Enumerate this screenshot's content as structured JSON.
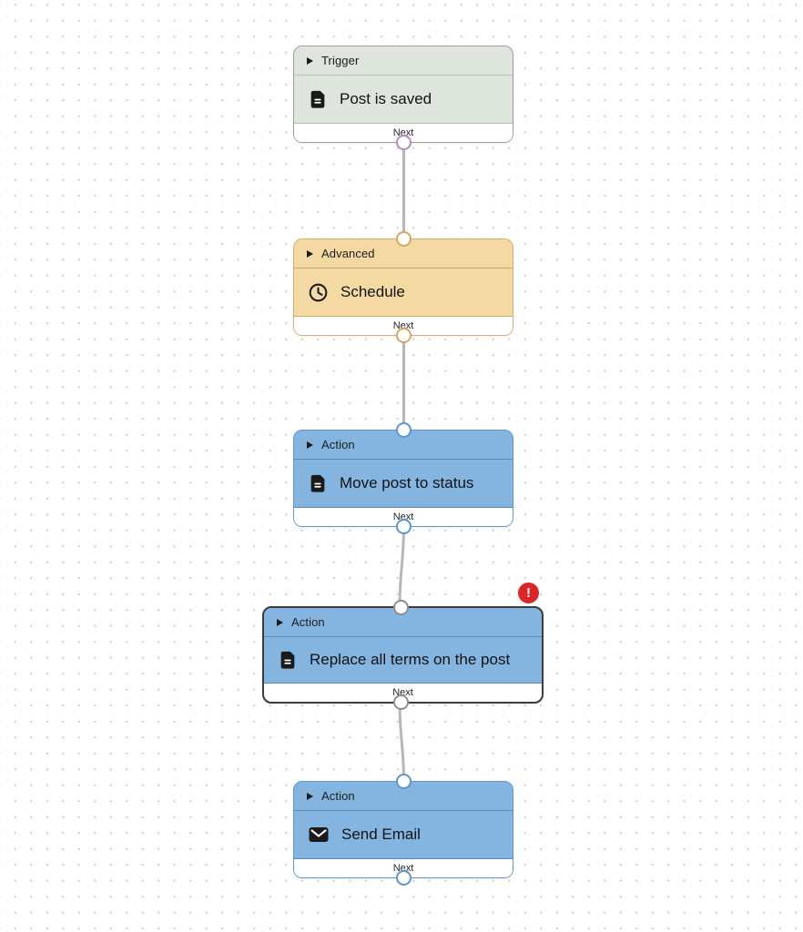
{
  "canvas": {
    "background": "#ffffff",
    "dot_color": "#d4d4d4",
    "edge_color": "#b7b7b7"
  },
  "nodes": [
    {
      "header_label": "Trigger",
      "title": "Post is saved",
      "icon": "document-icon",
      "footer_label": "Next",
      "selected": false,
      "has_error": false,
      "colors": {
        "fill": "#dde5dc",
        "border": "#9aa29a",
        "separator": "#b8c2b7",
        "port": "#b48cc0"
      }
    },
    {
      "header_label": "Advanced",
      "title": "Schedule",
      "icon": "clock-icon",
      "footer_label": "Next",
      "selected": false,
      "has_error": false,
      "colors": {
        "fill": "#f4d9a3",
        "border": "#d3b175",
        "separator": "#cfa96a",
        "port": "#d0a967"
      }
    },
    {
      "header_label": "Action",
      "title": "Move post to status",
      "icon": "document-icon",
      "footer_label": "Next",
      "selected": false,
      "has_error": false,
      "colors": {
        "fill": "#84b5e0",
        "border": "#5f97cc",
        "separator": "#5a8cbc",
        "port": "#5d96cf"
      }
    },
    {
      "header_label": "Action",
      "title": "Replace all terms on the post",
      "icon": "document-icon",
      "footer_label": "Next",
      "selected": true,
      "has_error": true,
      "error_badge": {
        "glyph": "!",
        "color": "#dc2626"
      },
      "colors": {
        "fill": "#84b5e0",
        "border": "#3d3d3d",
        "separator": "#5a8cbc",
        "port": "#8f8f8f"
      }
    },
    {
      "header_label": "Action",
      "title": "Send Email",
      "icon": "envelope-icon",
      "footer_label": "Next",
      "selected": false,
      "has_error": false,
      "colors": {
        "fill": "#84b5e0",
        "border": "#5f97cc",
        "separator": "#5a8cbc",
        "port": "#5d96cf"
      }
    }
  ]
}
